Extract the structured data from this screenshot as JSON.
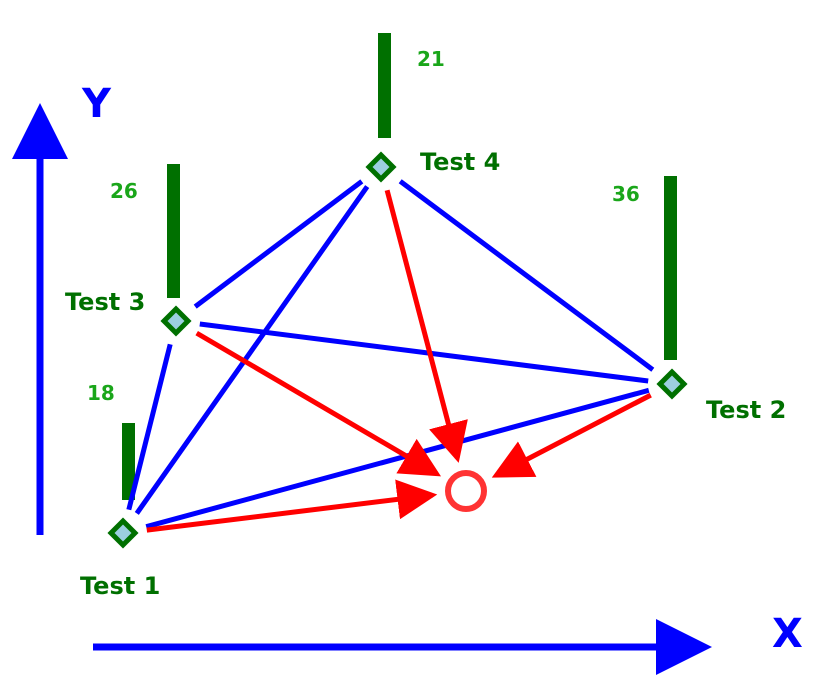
{
  "axes": {
    "y_label": "Y",
    "x_label": "X"
  },
  "colors": {
    "axis": "#0000ff",
    "edge": "#0000ff",
    "arrow": "#ff0000",
    "bar": "#007000",
    "node_fill": "#9ccfe0",
    "node_stroke": "#007000",
    "test_label": "#007000",
    "value_label": "#1aa61a",
    "target": "#ff3333"
  },
  "tests": [
    {
      "id": "test1",
      "label": "Test 1",
      "value": "18"
    },
    {
      "id": "test2",
      "label": "Test 2",
      "value": "36"
    },
    {
      "id": "test3",
      "label": "Test 3",
      "value": "26"
    },
    {
      "id": "test4",
      "label": "Test 4",
      "value": "21"
    }
  ],
  "edges": [
    [
      "test1",
      "test3"
    ],
    [
      "test1",
      "test4"
    ],
    [
      "test1",
      "test2"
    ],
    [
      "test3",
      "test4"
    ],
    [
      "test3",
      "test2"
    ],
    [
      "test4",
      "test2"
    ]
  ],
  "arrows_to_target": [
    "test1",
    "test2",
    "test3",
    "test4"
  ]
}
